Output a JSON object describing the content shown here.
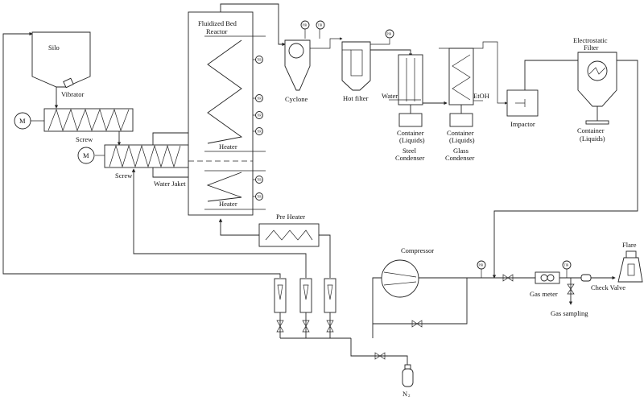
{
  "labels": {
    "silo": "Silo",
    "vibrator": "Vibrator",
    "screw1": "Screw",
    "screw2": "Screw",
    "motor1": "M",
    "motor2": "M",
    "water_jaket": "Water Jaket",
    "fbr_line1": "Fluidized Bed",
    "fbr_line2": "Reactor",
    "heater1": "Heater",
    "heater2": "Heater",
    "pre_heater": "Pre Heater",
    "cyclone": "Cyclone",
    "hot_filter": "Hot filter",
    "water": "Water",
    "etoh": "EtOH",
    "container_steel_1": "Container",
    "container_steel_2": "(Liquids)",
    "steel_condenser_1": "Steel",
    "steel_condenser_2": "Condenser",
    "container_glass_1": "Container",
    "container_glass_2": "(Liquids)",
    "glass_condenser_1": "Glass",
    "glass_condenser_2": "Condenser",
    "impactor": "Impactor",
    "esp_1": "Electrostatic",
    "esp_2": "Filter",
    "container_esp_1": "Container",
    "container_esp_2": "(Liquids)",
    "compressor": "Compressor",
    "gas_meter": "Gas meter",
    "gas_sampling": "Gas sampling",
    "check_valve": "Check Valve",
    "flare": "Flare",
    "n2": "N",
    "n2_sub": "2"
  },
  "instrument_tags": {
    "temperature": "TIR",
    "pressure": "PIR"
  }
}
